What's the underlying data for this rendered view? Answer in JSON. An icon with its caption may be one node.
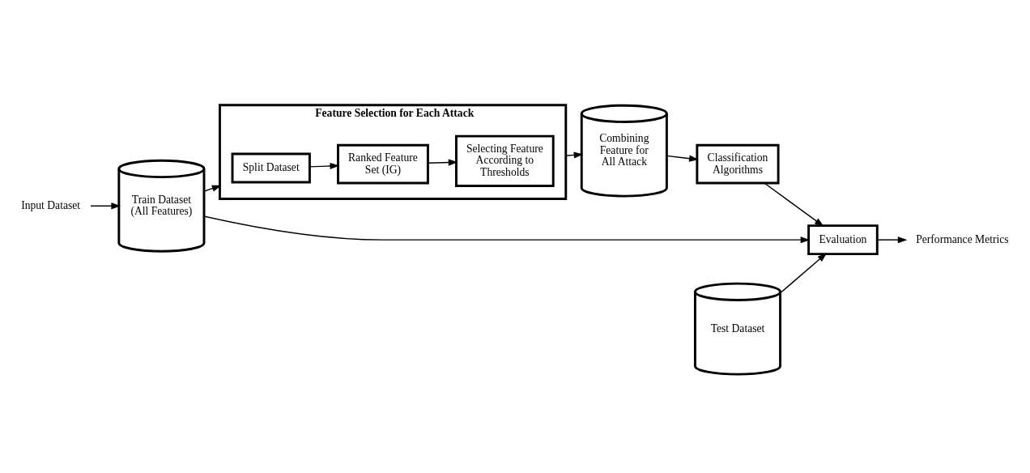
{
  "diagram": {
    "nodes": [
      {
        "text": [
          "Input Dataset"
        ]
      },
      {
        "text": [
          "Train Dataset (All Features)"
        ]
      },
      {
        "text": [
          "Feature Selection for Each Attack"
        ]
      },
      {
        "text": [
          "Split Dataset"
        ],
        "in": 2
      },
      {
        "text": [
          "Ranked Feature Set (IG)"
        ],
        "in": 2
      },
      {
        "text": [
          "Selecting Feature According to Thresholds"
        ],
        "in": 2
      },
      {
        "text": [
          "Combining Feature for All Attack"
        ]
      },
      {
        "text": [
          "Test Dataset"
        ]
      },
      {
        "text": [
          "Evaluation"
        ]
      },
      {
        "text": [
          "Classification Algorithms"
        ]
      },
      {
        "text": [
          "Performance Metrics"
        ]
      }
    ],
    "edges": [
      {
        "from": 0,
        "to": 1,
        "arrow": "to"
      },
      {
        "from": 1,
        "to": 2,
        "arrow": "to"
      },
      {
        "from": 3,
        "to": 4,
        "arrow": "to"
      },
      {
        "from": 4,
        "to": 5,
        "arrow": "to"
      },
      {
        "from": 2,
        "to": 6,
        "arrow": "to"
      },
      {
        "from": 6,
        "to": 9,
        "arrow": "to"
      },
      {
        "from": 1,
        "to": 8,
        "arrow": "to"
      },
      {
        "from": 7,
        "to": 8,
        "arrow": "to"
      },
      {
        "from": 9,
        "to": 8,
        "arrow": "to"
      },
      {
        "from": 8,
        "to": 10,
        "arrow": "to"
      }
    ]
  }
}
